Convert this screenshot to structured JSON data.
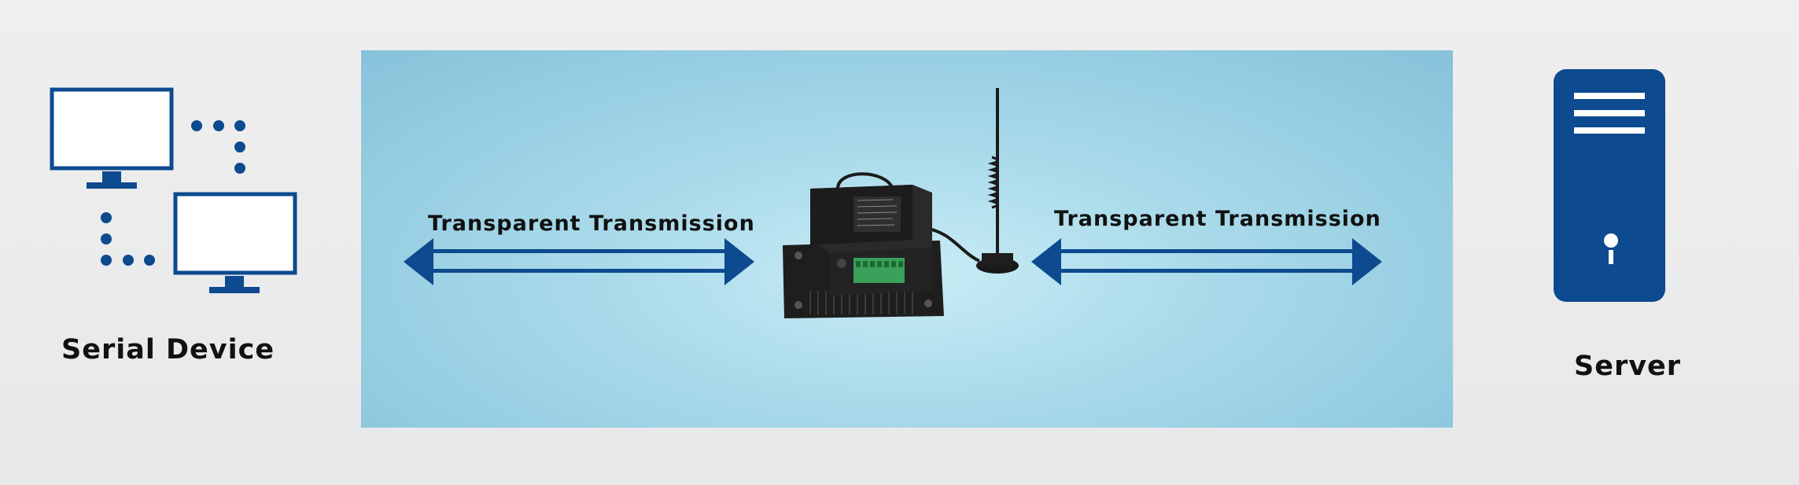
{
  "labels": {
    "serial_device": "Serial Device",
    "server": "Server",
    "transmission_left": "Transparent Transmission",
    "transmission_right": "Transparent Transmission"
  },
  "colors": {
    "accent_blue": "#0d4a8f",
    "panel_blue": "#a9daea",
    "device_black": "#1c1c1c",
    "terminal_green": "#3aa05a"
  },
  "icons": [
    "monitor-icon",
    "server-icon",
    "double-arrow-icon",
    "dtu-device-icon",
    "antenna-icon"
  ]
}
